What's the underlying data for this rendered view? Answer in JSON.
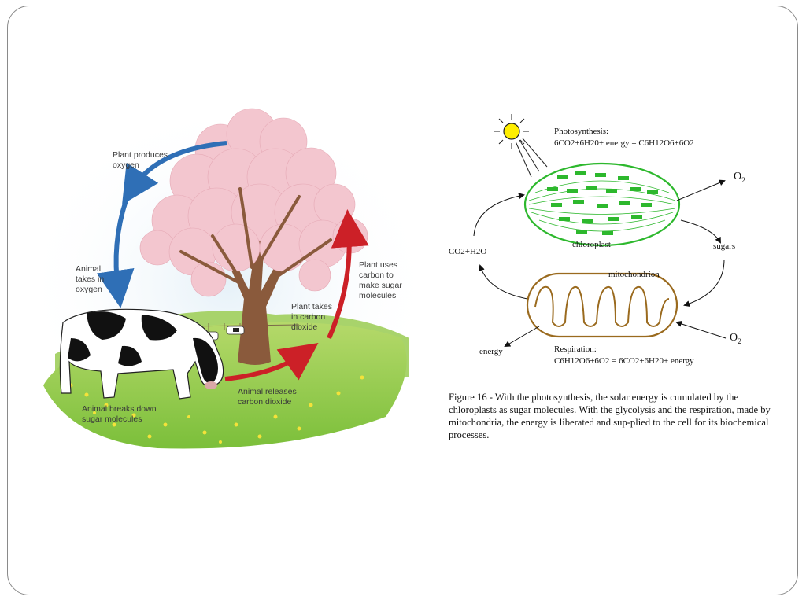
{
  "carbon_cycle": {
    "labels": {
      "plant_produces_oxygen": "Plant produces\noxygen",
      "animal_takes_in_oxygen": "Animal\ntakes in\noxygen",
      "plant_uses_carbon": "Plant uses\ncarbon to\nmake sugar\nmolecules",
      "plant_takes_in_co2": "Plant takes\nin carbon\ndioxide",
      "animal_releases_co2": "Animal releases\ncarbon dioxide",
      "animal_breaks_down_sugar": "Animal breaks down\nsugar molecules"
    },
    "colors": {
      "oxygen_arrow": "#2f6fb6",
      "carbon_arrow": "#cc2027",
      "blossom": "#f3c6cf",
      "grass": "#8dc63f"
    }
  },
  "energy_cycle": {
    "photosynthesis_title": "Photosynthesis:",
    "photosynthesis_equation": "6CO2+6H20+ energy = C6H12O6+6O2",
    "chloroplast": "chloroplast",
    "mitochondrion": "mitochondrion",
    "o2_out": "O",
    "o2_in": "O",
    "o2_sub": "2",
    "sugars": "sugars",
    "co2_h2o": "CO2+H2O",
    "energy": "energy",
    "respiration_title": "Respiration:",
    "respiration_equation": "C6H12O6+6O2 = 6CO2+6H20+ energy",
    "colors": {
      "chloroplast": "#2db82d",
      "mitochondrion": "#9a6a1e",
      "sun": "#ffee00"
    }
  },
  "caption": "Figure 16 - With the photosynthesis, the solar energy is cumulated by the chloroplasts as sugar molecules. With the glycolysis and the respiration, made by mitochondria, the energy is liberated and sup-plied to the cell for its biochemical processes."
}
